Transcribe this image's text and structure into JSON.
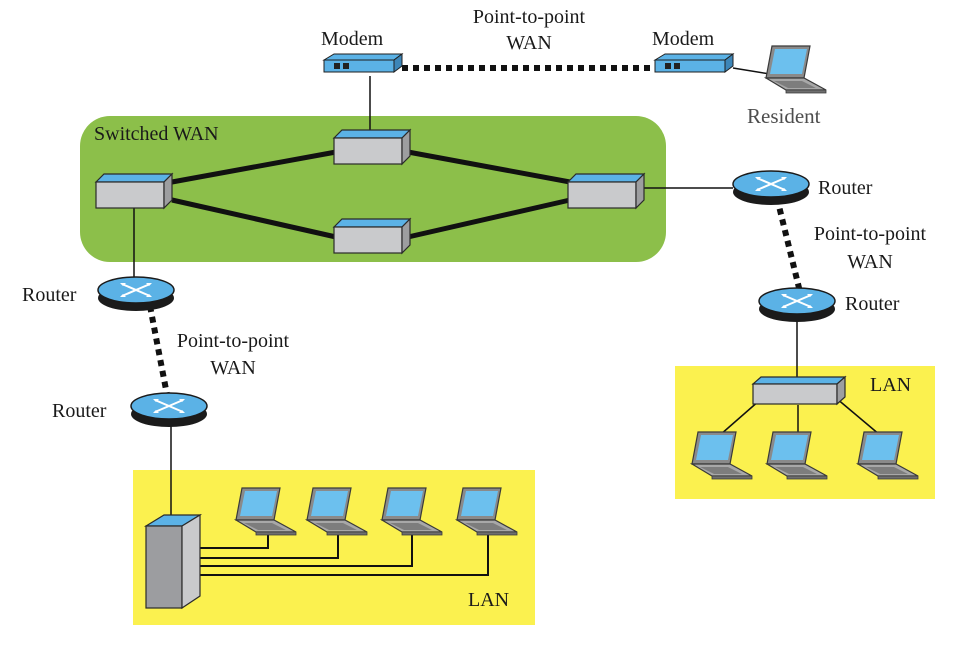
{
  "diagram": {
    "colors": {
      "switched_wan_fill": "#8cbf4a",
      "lan_fill": "#fbf14f",
      "device_top": "#5bb2e6",
      "device_body": "#c9cacc",
      "link": "#111111"
    },
    "labels": {
      "modem_left": "Modem",
      "modem_right": "Modem",
      "p2p_top_line1": "Point-to-point",
      "p2p_top_line2": "WAN",
      "resident": "Resident",
      "switched_wan": "Switched WAN",
      "router_right_top": "Router",
      "p2p_right_line1": "Point-to-point",
      "p2p_right_line2": "WAN",
      "router_right_bottom": "Router",
      "lan_right": "LAN",
      "router_left_top": "Router",
      "p2p_left_line1": "Point-to-point",
      "p2p_left_line2": "WAN",
      "router_left_bottom": "Router",
      "lan_left": "LAN"
    },
    "icons": {
      "modem": "modem-icon",
      "switch": "switch-icon",
      "router": "router-icon",
      "laptop": "laptop-icon",
      "hub": "hub-icon",
      "tower_switch": "tower-switch-icon"
    }
  }
}
